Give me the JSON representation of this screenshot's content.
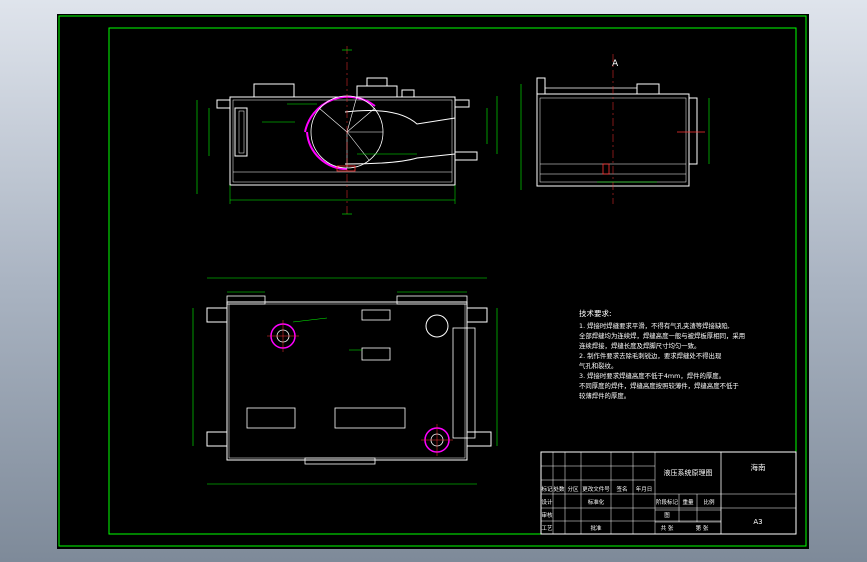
{
  "drawing": {
    "title_block": {
      "drawing_name": "液压系统原理图",
      "company": "海南",
      "sheet_size": "A3",
      "labels": {
        "mark": "标记",
        "count": "处数",
        "zone": "分区",
        "change_doc_no": "更改文件号",
        "signature": "签名",
        "date": "年月日",
        "stage_mark": "阶段标记",
        "weight": "重量",
        "scale": "比例",
        "design": "设计",
        "review": "审核",
        "process": "工艺",
        "approve": "批准",
        "standardize": "标准化",
        "sheet_total": "共 张",
        "sheet_no": "第 张",
        "figure": "图"
      }
    },
    "tech_notes": {
      "heading": "技术要求:",
      "lines": [
        "1. 焊接时焊缝要求平滑，不得有气孔夹渣等焊接缺陷,",
        "全部焊缝均为连续焊，焊缝高度一般与被焊板厚相同，采用",
        "连续焊接，焊缝长度及焊脚尺寸均匀一致。",
        "2. 制作件要求去除毛刺锐边，要求焊缝处不得出现",
        "气孔和裂纹。",
        "3. 焊接时要求焊缝高度不低于4mm，焊件的厚度。",
        "不同厚度的焊件，焊缝高度按照较薄件，焊缝高度不低于",
        "较薄焊件的厚度。"
      ]
    },
    "view_labels": {
      "side_view": "A"
    },
    "colors": {
      "sheet": "#000000",
      "line": "#ffffff",
      "dimension": "#00ff00",
      "frame": "#00ff00",
      "accent": "#ff00ff",
      "hidden": "#ff3333"
    }
  }
}
